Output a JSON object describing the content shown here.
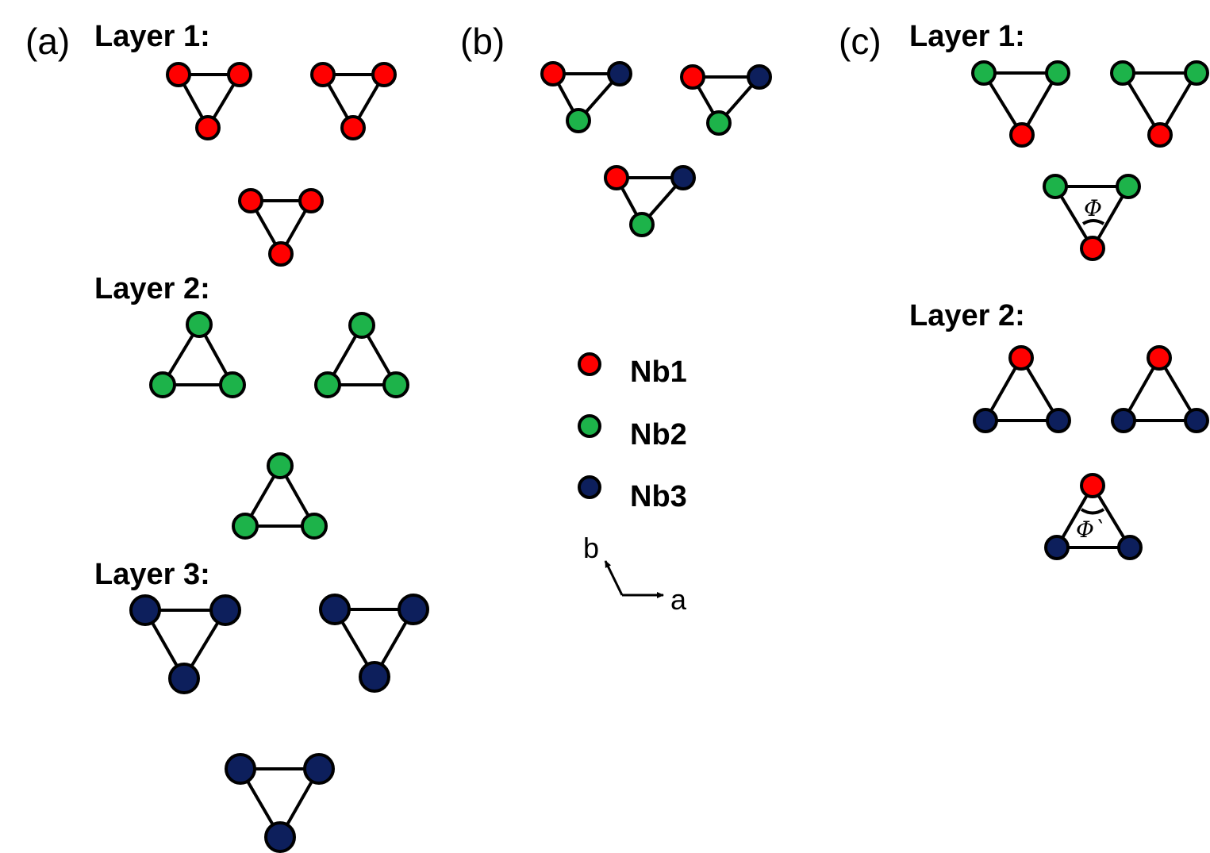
{
  "panels": {
    "a": {
      "label": "(a)",
      "layers": [
        "Layer 1:",
        "Layer 2:",
        "Layer 3:"
      ]
    },
    "b": {
      "label": "(b)"
    },
    "c": {
      "label": "(c)",
      "layers": [
        "Layer 1:",
        "Layer 2:"
      ],
      "angles": [
        "Φ",
        "Φ`"
      ]
    }
  },
  "legend": [
    {
      "label": "Nb1",
      "color": "#ff0000"
    },
    {
      "label": "Nb2",
      "color": "#1db34a"
    },
    {
      "label": "Nb3",
      "color": "#0d1f5c"
    }
  ],
  "axes": {
    "a": "a",
    "b": "b"
  }
}
